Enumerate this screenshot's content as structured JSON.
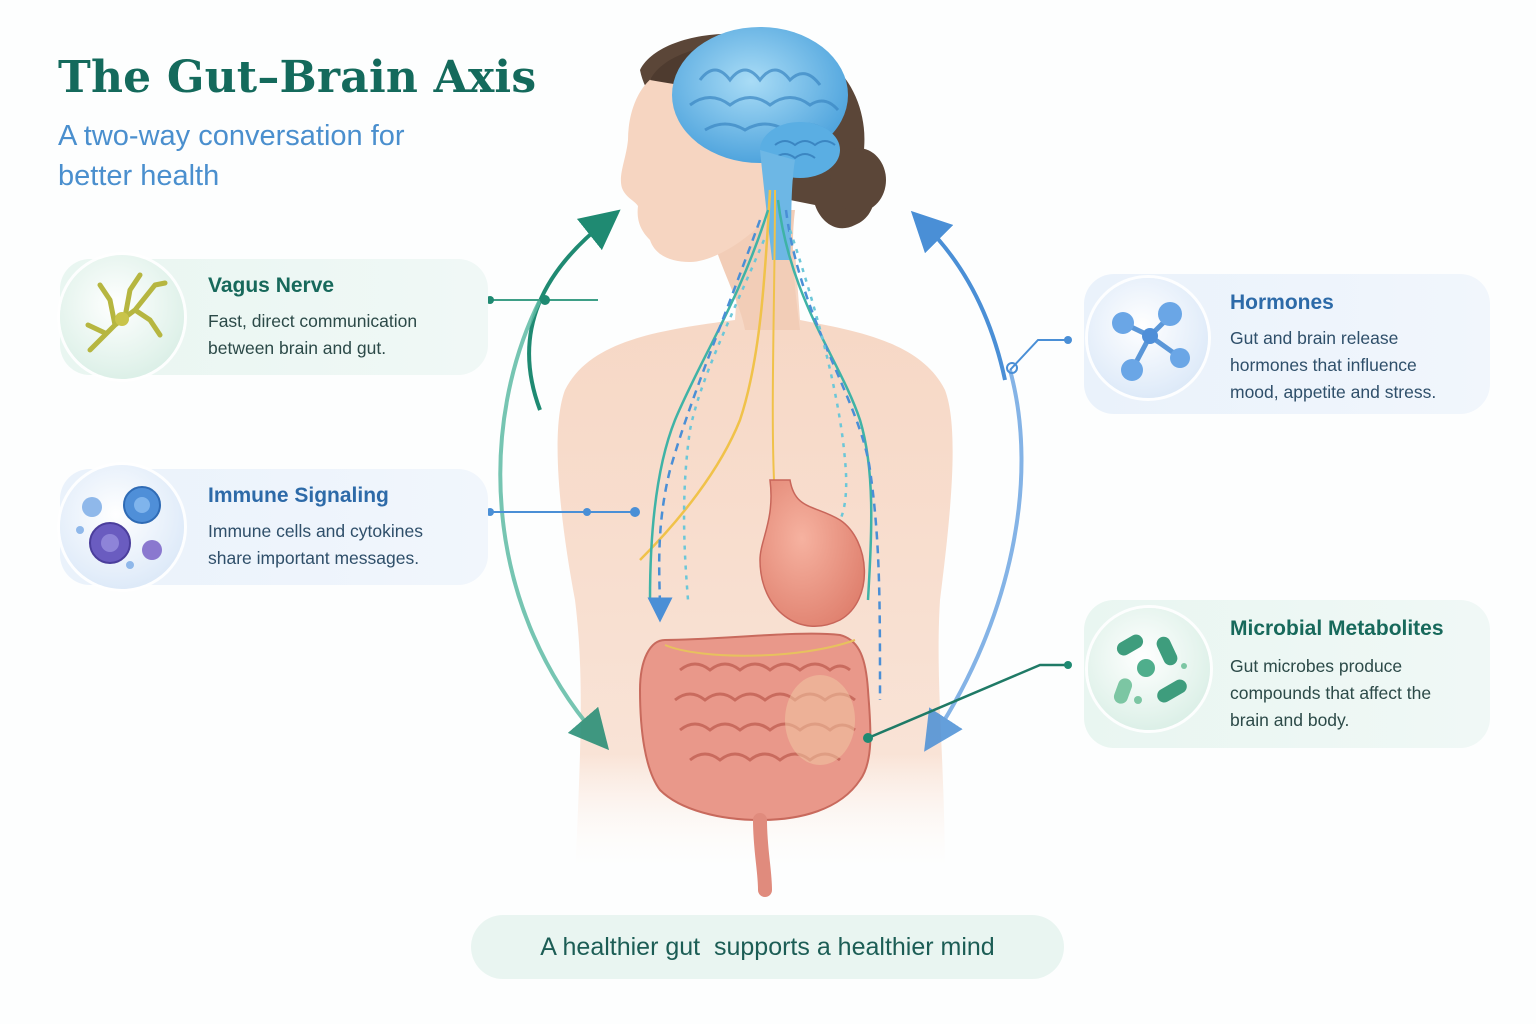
{
  "header": {
    "title": "The Gut–Brain Axis",
    "subtitle": "A two-way conversation for better health"
  },
  "cards": {
    "vagus": {
      "icon": "nerve-cell-icon",
      "title": "Vagus Nerve",
      "text": "Fast, direct communication between brain and gut."
    },
    "immune": {
      "icon": "immune-cells-icon",
      "title": "Immune Signaling",
      "text": "Immune cells and cytokines share important messages."
    },
    "hormones": {
      "icon": "molecule-icon",
      "title": "Hormones",
      "text": "Gut and brain release hormones that influence mood, appetite and stress."
    },
    "metabolites": {
      "icon": "bacteria-icon",
      "title": "Microbial Metabolites",
      "text": "Gut microbes produce compounds that affect the brain and body."
    }
  },
  "footer": {
    "banner": "A healthier gut  supports a healthier mind"
  },
  "colors": {
    "green": "#146a5c",
    "blue": "#4a8fce",
    "skin": "#f6d8c6",
    "brain": "#79c0ec",
    "intestine": "#e48f7f"
  }
}
